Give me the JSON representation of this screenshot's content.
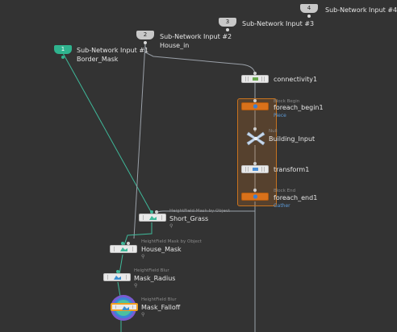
{
  "inputs": [
    {
      "num": "1",
      "label1": "Sub-Network Input #1",
      "label2": "Border_Mask"
    },
    {
      "num": "2",
      "label1": "Sub-Network Input #2",
      "label2": "House_in"
    },
    {
      "num": "3",
      "label1": "Sub-Network Input #3"
    },
    {
      "num": "4",
      "label1": "Sub-Network Input #4"
    }
  ],
  "nodes": {
    "connectivity": {
      "name": "connectivity1"
    },
    "foreach_begin": {
      "type": "Block Begin",
      "name": "foreach_begin1",
      "mode": "Piece"
    },
    "building_input": {
      "type": "Null",
      "name": "Building_Input"
    },
    "transform": {
      "name": "transform1"
    },
    "foreach_end": {
      "type": "Block End",
      "name": "foreach_end1",
      "mode": "Gather"
    },
    "short_grass": {
      "type": "HeightField Mask by Object",
      "name": "Short_Grass"
    },
    "house_mask": {
      "type": "HeightField Mask by Object",
      "name": "House_Mask"
    },
    "mask_radius": {
      "type": "HeightField Blur",
      "name": "Mask_Radius"
    },
    "mask_falloff": {
      "type": "HeightField Blur",
      "name": "Mask_Falloff"
    }
  },
  "colors": {
    "background": "#333333",
    "wire": "#9aa0a8",
    "wire_green": "#3fb99a",
    "block_orange": "#d9711a",
    "selected_wire": "#5aa0e6"
  }
}
